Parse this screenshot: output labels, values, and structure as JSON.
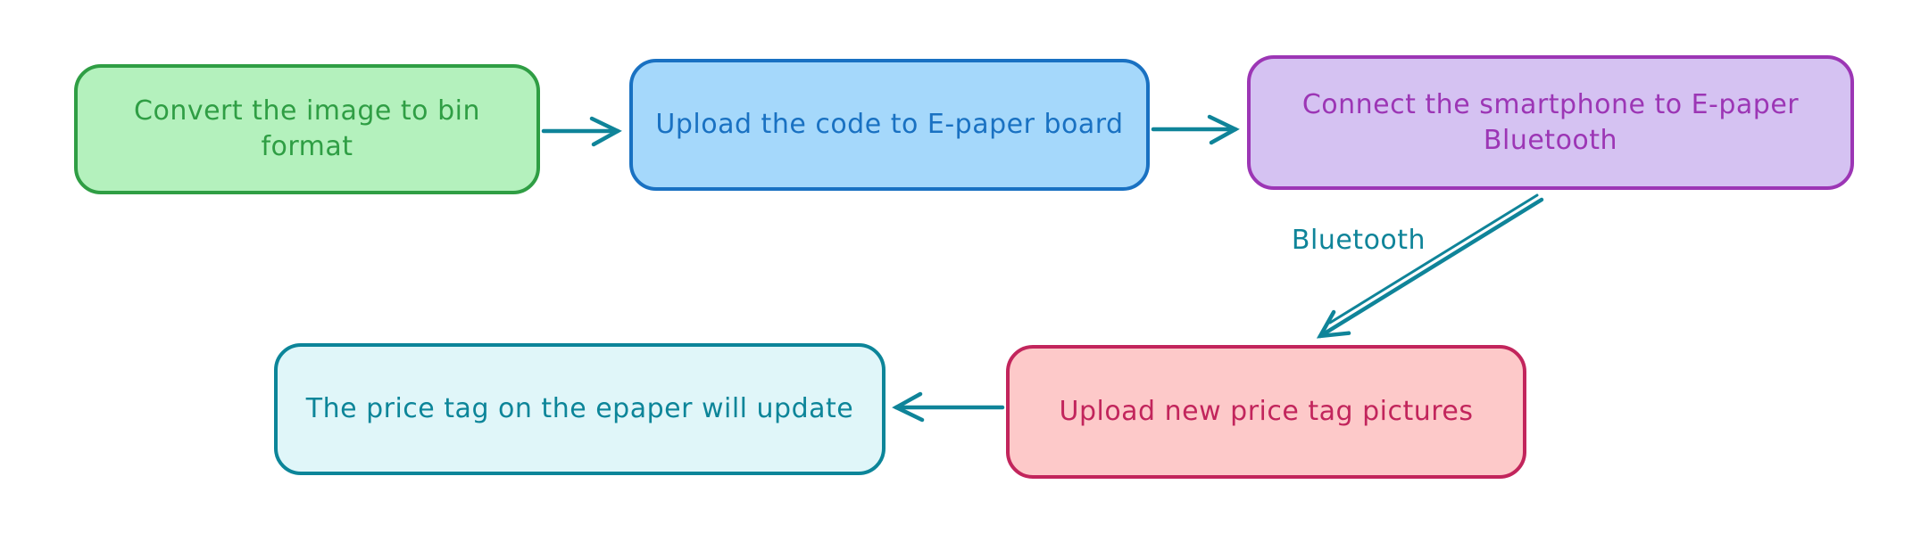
{
  "diagram": {
    "background": "#ffffff",
    "arrow_color": "#0f8499",
    "nodes": [
      {
        "id": "convert-image",
        "label": "Convert the image to bin format",
        "stroke": "#2f9e44",
        "fill": "#b4f1bd",
        "text_color": "#2f9e44"
      },
      {
        "id": "upload-code",
        "label": "Upload the code to E-paper board",
        "stroke": "#1971c2",
        "fill": "#a5d8fb",
        "text_color": "#1971c2"
      },
      {
        "id": "connect-bluetooth",
        "label": "Connect the smartphone to E-paper Bluetooth",
        "stroke": "#9c36b5",
        "fill": "#d5c2f2",
        "text_color": "#9c36b5"
      },
      {
        "id": "upload-pictures",
        "label": "Upload new price tag pictures",
        "stroke": "#c2255c",
        "fill": "#fdc9c9",
        "text_color": "#c2255c"
      },
      {
        "id": "price-update",
        "label": "The price tag on the epaper will update",
        "stroke": "#0c8599",
        "fill": "#e0f6f9",
        "text_color": "#0c8599"
      }
    ],
    "edges": [
      {
        "from": "convert-image",
        "to": "upload-code",
        "label": ""
      },
      {
        "from": "upload-code",
        "to": "connect-bluetooth",
        "label": ""
      },
      {
        "from": "connect-bluetooth",
        "to": "upload-pictures",
        "label": "Bluetooth",
        "label_color": "#0f8499"
      },
      {
        "from": "upload-pictures",
        "to": "price-update",
        "label": ""
      }
    ]
  }
}
